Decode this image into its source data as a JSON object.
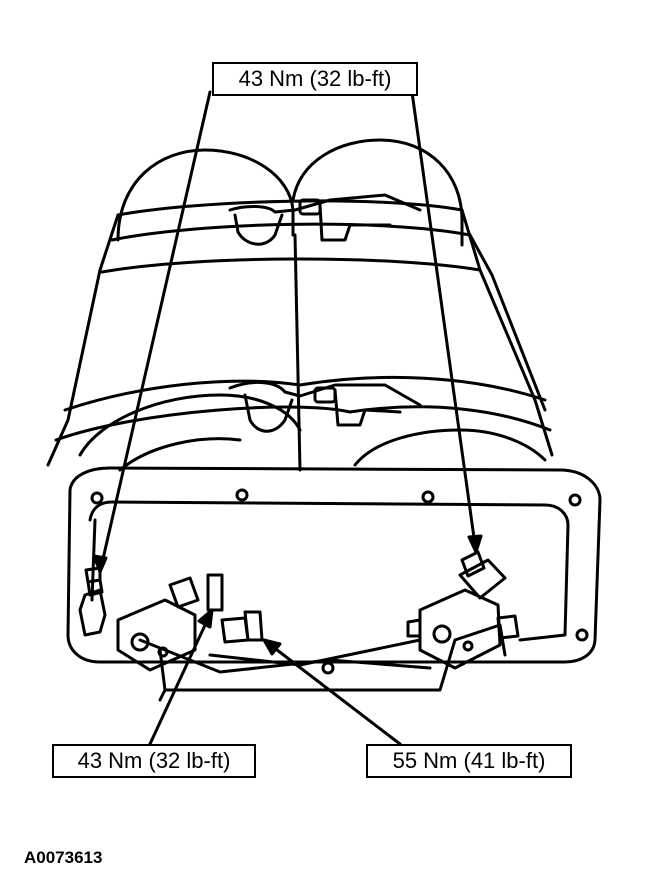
{
  "labels": {
    "top": "43 Nm (32 lb-ft)",
    "bottom_left": "43 Nm (32 lb-ft)",
    "bottom_right": "55 Nm (41 lb-ft)"
  },
  "figure_id": "A0073613"
}
